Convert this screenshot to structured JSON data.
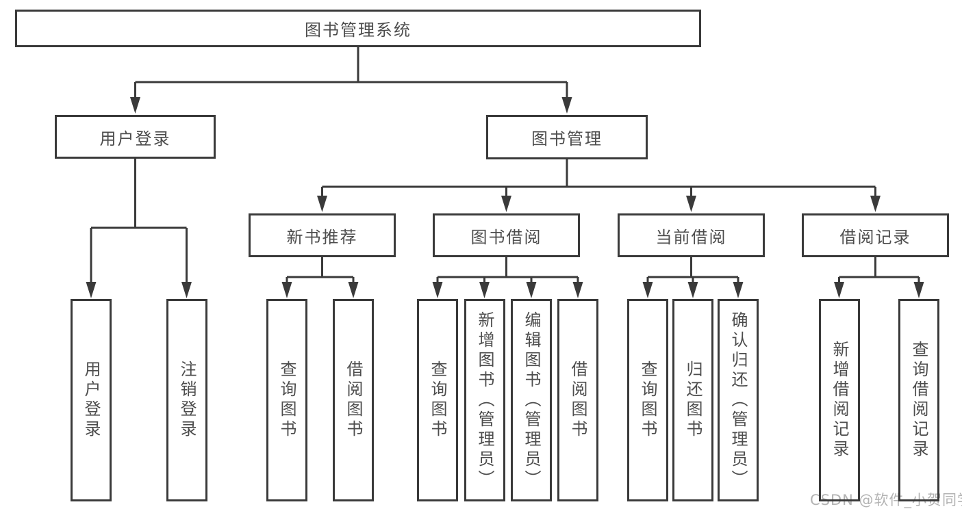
{
  "tree": {
    "root": {
      "label": "图书管理系统",
      "children": [
        {
          "label": "用户登录",
          "children": [
            {
              "label": "用户登录"
            },
            {
              "label": "注销登录"
            }
          ]
        },
        {
          "label": "图书管理",
          "children": [
            {
              "label": "新书推荐",
              "children": [
                {
                  "label": "查询图书"
                },
                {
                  "label": "借阅图书"
                }
              ]
            },
            {
              "label": "图书借阅",
              "children": [
                {
                  "label": "查询图书"
                },
                {
                  "label": "新增图书（管理员）"
                },
                {
                  "label": "编辑图书（管理员）"
                },
                {
                  "label": "借阅图书"
                }
              ]
            },
            {
              "label": "当前借阅",
              "children": [
                {
                  "label": "查询图书"
                },
                {
                  "label": "归还图书"
                },
                {
                  "label": "确认归还（管理员）"
                }
              ]
            },
            {
              "label": "借阅记录",
              "children": [
                {
                  "label": "新增借阅记录"
                },
                {
                  "label": "查询借阅记录"
                }
              ]
            }
          ]
        }
      ]
    }
  },
  "watermark": {
    "text": "CSDN @软件_小贺同学"
  },
  "colors": {
    "line": "#3a3a3a",
    "text": "#4d4d4d",
    "watermark": "#b3b3b3",
    "background": "#ffffff"
  }
}
